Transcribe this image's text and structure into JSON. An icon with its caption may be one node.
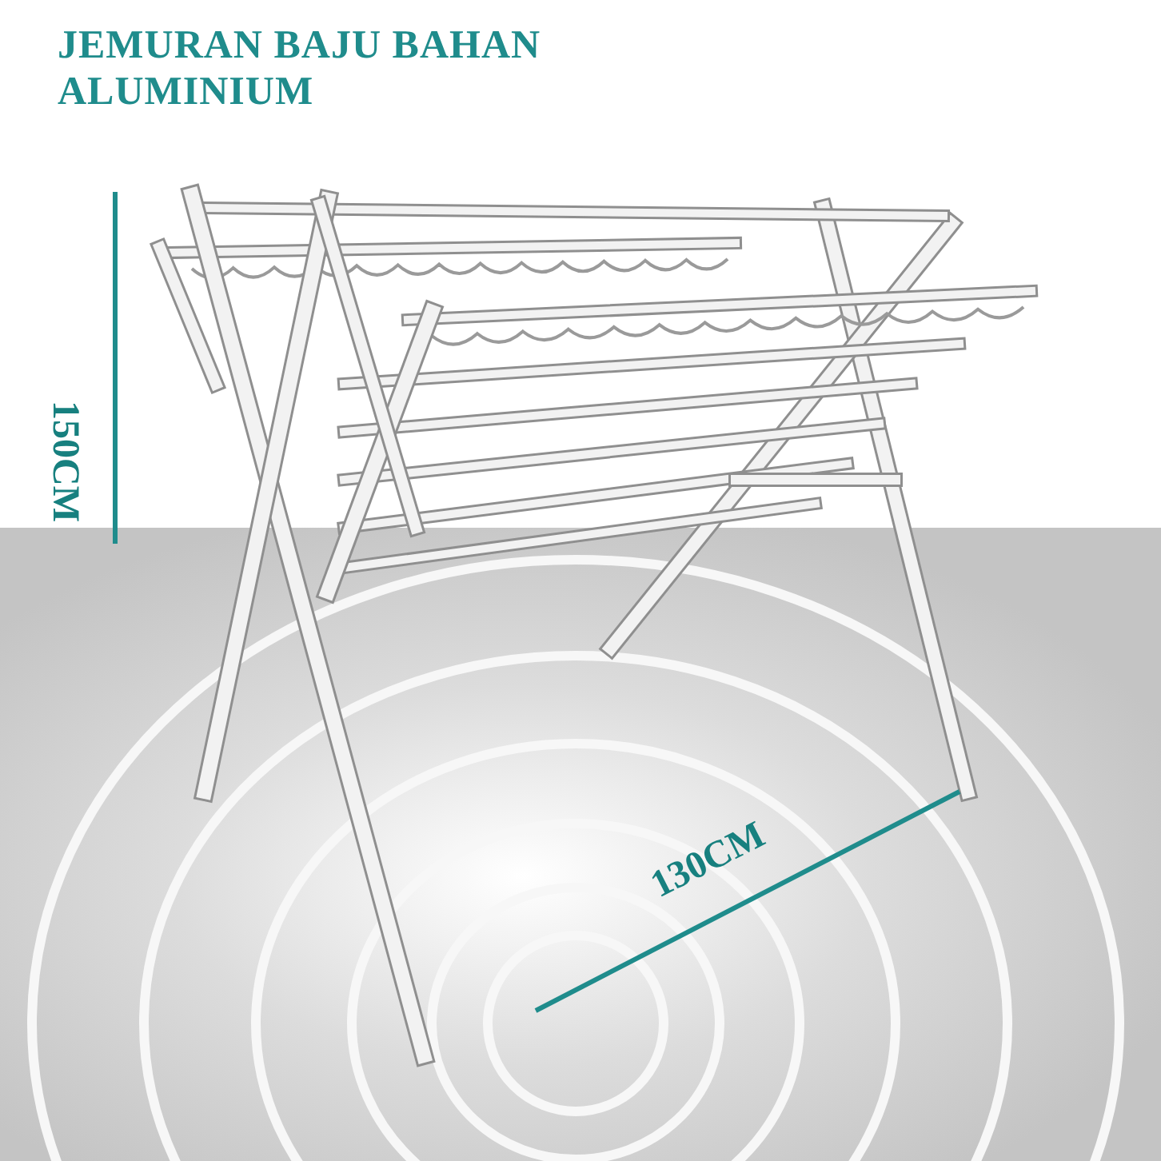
{
  "diagram": {
    "title": "JEMURAN BAJU BAHAN ALUMINIUM",
    "labels": [
      "150CM",
      "130CM"
    ]
  }
}
